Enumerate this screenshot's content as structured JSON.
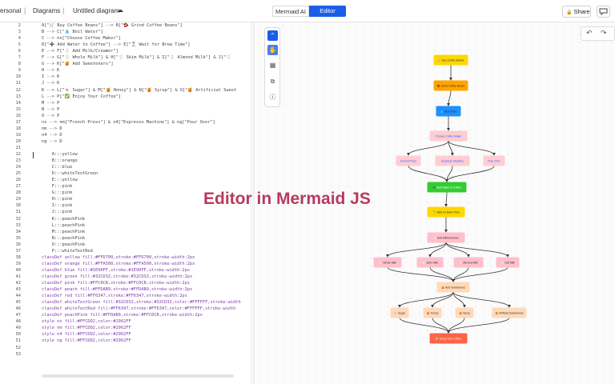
{
  "topbar": {
    "breadcrumb": [
      "ersonal",
      "Diagrams",
      "Untitled diagram"
    ],
    "tabs": [
      "Mermaid AI",
      "Editor"
    ],
    "share_label": "Share"
  },
  "overlay_text": "Editor in Mermaid JS",
  "editor": {
    "lines": [
      {
        "n": "2",
        "t": "A[\"🛒 Buy Coffee Beans\"] --> B[\"🫘 Grind Coffee Beans\"]"
      },
      {
        "n": "3",
        "t": "B --> C[\"💧 Boil Water\"]"
      },
      {
        "n": "4",
        "t": "C --> nx[\"Choose Coffee Maker\"]"
      },
      {
        "n": "5",
        "t": "D[\"➕ Add Water to Coffee\"] --> E[\"⏳ Wait for Brew Time\"]"
      },
      {
        "n": "6",
        "t": "E --> F[\"🥛 Add Milk/Creamer\"]"
      },
      {
        "n": "7",
        "t": "F --> G[\"🥛 Whole Milk\"] & H[\"🥛 Skim Milk\"] & I[\"🥛 Almond Milk\"] & J[\"🥛"
      },
      {
        "n": "8",
        "t": "G --> K[\"🍯 Add Sweeteners\"]"
      },
      {
        "n": "9",
        "t": "H --> K"
      },
      {
        "n": "10",
        "t": "I --> K"
      },
      {
        "n": "11",
        "t": "J --> K"
      },
      {
        "n": "12",
        "t": "K --> L[\"🍬 Sugar\"] & M[\"🍯 Honey\"] & N[\"🍯 Syrup\"] & O[\"🍯 Artificial Sweet"
      },
      {
        "n": "13",
        "t": "L --> P[\"✅ Enjoy Your Coffee\"]"
      },
      {
        "n": "14",
        "t": "M --> P"
      },
      {
        "n": "15",
        "t": "N --> P"
      },
      {
        "n": "16",
        "t": "O --> P"
      },
      {
        "n": "17",
        "t": "nx --> nm[\"French Press\"] & n4[\"Espresso Machine\"] & ng[\"Pour Over\"]"
      },
      {
        "n": "18",
        "t": "nm --> D"
      },
      {
        "n": "19",
        "t": "n4 --> D"
      },
      {
        "n": "20",
        "t": "ng --> D"
      },
      {
        "n": "21",
        "t": ""
      },
      {
        "n": "22",
        "t": "    A:::yellow"
      },
      {
        "n": "23",
        "t": "    B:::orange"
      },
      {
        "n": "24",
        "t": "    C:::blue"
      },
      {
        "n": "25",
        "t": "    D:::whiteTextGreen"
      },
      {
        "n": "26",
        "t": "    E:::yellow"
      },
      {
        "n": "27",
        "t": "    F:::pink"
      },
      {
        "n": "28",
        "t": "    G:::pink"
      },
      {
        "n": "29",
        "t": "    H:::pink"
      },
      {
        "n": "30",
        "t": "    I:::pink"
      },
      {
        "n": "31",
        "t": "    J:::pink"
      },
      {
        "n": "32",
        "t": "    K:::peachPink"
      },
      {
        "n": "33",
        "t": "    L:::peachPink"
      },
      {
        "n": "34",
        "t": "    M:::peachPink"
      },
      {
        "n": "35",
        "t": "    N:::peachPink"
      },
      {
        "n": "36",
        "t": "    O:::peachPink"
      },
      {
        "n": "37",
        "t": "    P:::whiteTextRed"
      },
      {
        "n": "38",
        "t": "classDef yellow fill:#FFD700,stroke:#FFD700,stroke-width:2px"
      },
      {
        "n": "39",
        "t": "classDef orange fill:#FFA500,stroke:#FFA500,stroke-width:2px"
      },
      {
        "n": "40",
        "t": "classDef blue fill:#1E90FF,stroke:#1E90FF,stroke-width:2px"
      },
      {
        "n": "41",
        "t": "classDef green fill:#32CD32,stroke:#32CD32,stroke-width:2px"
      },
      {
        "n": "42",
        "t": "classDef pink fill:#FFC0CB,stroke:#FFC0CB,stroke-width:2px"
      },
      {
        "n": "43",
        "t": "classDef peach fill:#FFDAB9,stroke:#FFDAB9,stroke-width:2px"
      },
      {
        "n": "44",
        "t": "classDef red fill:#FF6347,stroke:#FF6347,stroke-width:2px"
      },
      {
        "n": "45",
        "t": "classDef whiteTextGreen fill:#32CD32,stroke:#32CD32,color:#FFFFFF,stroke-width"
      },
      {
        "n": "46",
        "t": "classDef whiteTextRed fill:#FF6347,stroke:#FF6347,color:#FFFFFF,stroke-width"
      },
      {
        "n": "47",
        "t": "classDef peachPink fill:#FFDAB9,stroke:#FFC0CB,stroke-width:2px"
      },
      {
        "n": "48",
        "t": "style nx fill:#FFCDD2,color:#2962FF"
      },
      {
        "n": "49",
        "t": "style nm fill:#FFCDD2,color:#2962FF"
      },
      {
        "n": "50",
        "t": "style n4 fill:#FFCDD2,color:#2962FF"
      },
      {
        "n": "51",
        "t": "style ng fill:#FFCDD2,color:#2962FF"
      },
      {
        "n": "52",
        "t": ""
      },
      {
        "n": "53",
        "t": ""
      }
    ]
  },
  "diagram": {
    "nodes": [
      {
        "id": "A",
        "label": "🛒 Buy Coffee Beans",
        "fill": "#FFD700",
        "text": "#333333"
      },
      {
        "id": "B",
        "label": "🫘 Grind Coffee Beans",
        "fill": "#FFA500",
        "text": "#333333"
      },
      {
        "id": "C",
        "label": "💧 Boil Water",
        "fill": "#1E90FF",
        "text": "#333333"
      },
      {
        "id": "nx",
        "label": "Choose Coffee Maker",
        "fill": "#FFCDD2",
        "text": "#2962FF"
      },
      {
        "id": "nm",
        "label": "French Press",
        "fill": "#FFCDD2",
        "text": "#2962FF"
      },
      {
        "id": "n4",
        "label": "Espresso Machine",
        "fill": "#FFCDD2",
        "text": "#2962FF"
      },
      {
        "id": "ng",
        "label": "Pour Over",
        "fill": "#FFCDD2",
        "text": "#2962FF"
      },
      {
        "id": "D",
        "label": "➕ Add Water to Coffee",
        "fill": "#32CD32",
        "text": "#FFFFFF"
      },
      {
        "id": "E",
        "label": "⏳ Wait for Brew Time",
        "fill": "#FFD700",
        "text": "#333333"
      },
      {
        "id": "F",
        "label": "🥛 Add Milk/Creamer",
        "fill": "#FFC0CB",
        "text": "#333333"
      },
      {
        "id": "G",
        "label": "🥛 Whole Milk",
        "fill": "#FFC0CB",
        "text": "#333333"
      },
      {
        "id": "H",
        "label": "🥛 Skim Milk",
        "fill": "#FFC0CB",
        "text": "#333333"
      },
      {
        "id": "I",
        "label": "🥛 Almond Milk",
        "fill": "#FFC0CB",
        "text": "#333333"
      },
      {
        "id": "J",
        "label": "🥛 Oat Milk",
        "fill": "#FFC0CB",
        "text": "#333333"
      },
      {
        "id": "K",
        "label": "🍯 Add Sweeteners",
        "fill": "#FFDAB9",
        "text": "#333333"
      },
      {
        "id": "L",
        "label": "🍬 Sugar",
        "fill": "#FFDAB9",
        "text": "#333333"
      },
      {
        "id": "M",
        "label": "🍯 Honey",
        "fill": "#FFDAB9",
        "text": "#333333"
      },
      {
        "id": "N",
        "label": "🍯 Syrup",
        "fill": "#FFDAB9",
        "text": "#333333"
      },
      {
        "id": "O",
        "label": "🍯 Artificial Sweeteners",
        "fill": "#FFDAB9",
        "text": "#333333"
      },
      {
        "id": "P",
        "label": "✅ Enjoy Your Coffee",
        "fill": "#FF6347",
        "text": "#FFFFFF"
      }
    ],
    "edges": [
      [
        "A",
        "B"
      ],
      [
        "B",
        "C"
      ],
      [
        "C",
        "nx"
      ],
      [
        "nx",
        "nm"
      ],
      [
        "nx",
        "n4"
      ],
      [
        "nx",
        "ng"
      ],
      [
        "nm",
        "D"
      ],
      [
        "n4",
        "D"
      ],
      [
        "ng",
        "D"
      ],
      [
        "D",
        "E"
      ],
      [
        "E",
        "F"
      ],
      [
        "F",
        "G"
      ],
      [
        "F",
        "H"
      ],
      [
        "F",
        "I"
      ],
      [
        "F",
        "J"
      ],
      [
        "G",
        "K"
      ],
      [
        "H",
        "K"
      ],
      [
        "I",
        "K"
      ],
      [
        "J",
        "K"
      ],
      [
        "K",
        "L"
      ],
      [
        "K",
        "M"
      ],
      [
        "K",
        "N"
      ],
      [
        "K",
        "O"
      ],
      [
        "L",
        "P"
      ],
      [
        "M",
        "P"
      ],
      [
        "N",
        "P"
      ],
      [
        "O",
        "P"
      ]
    ]
  }
}
